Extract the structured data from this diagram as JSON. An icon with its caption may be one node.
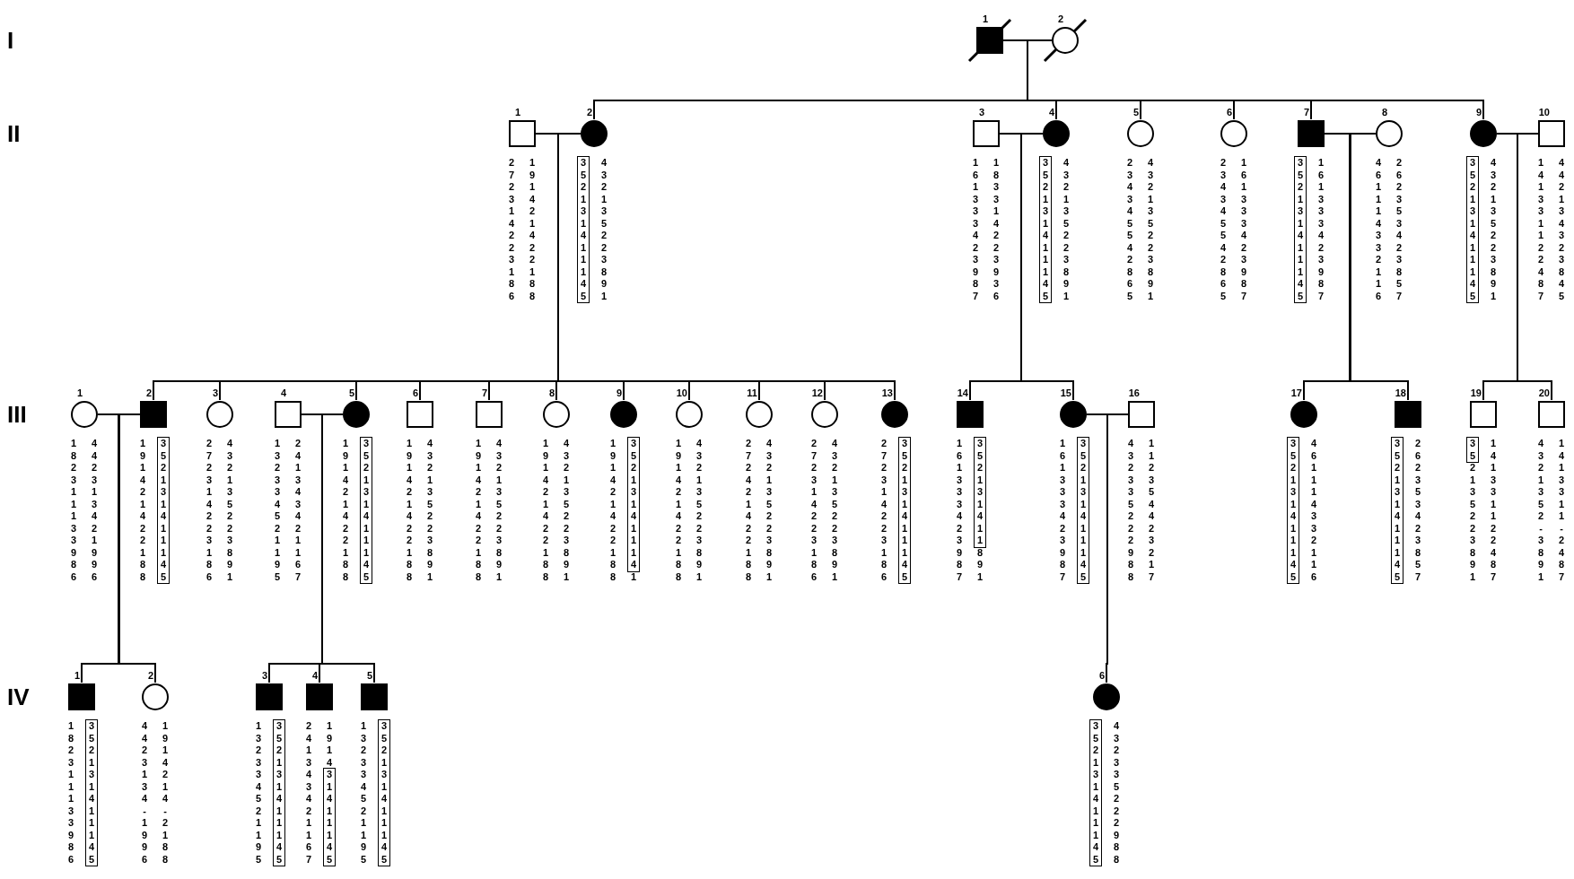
{
  "diagram": {
    "nodes": [
      {
        "text": [],
        "shape": "crossed-filled-square",
        "beside": [
          "1"
        ]
      },
      {
        "text": [],
        "shape": "crossed-circle",
        "beside": [
          "2"
        ]
      },
      {
        "text": [],
        "shape": "square",
        "beside": [
          "1",
          "2 7 2 3 1 4 2 2 3 1 8 6",
          "1 9 1 4 2 1 4 2 2 1 8 8"
        ]
      },
      {
        "text": [],
        "shape": "filled-circle",
        "beside": [
          "2",
          "4 3 2 1 3 5 2 2 3 8 9 1"
        ]
      },
      {
        "text": [],
        "shape": "square",
        "beside": [
          "3",
          "1 6 1 3 3 3 4 2 3 9 8 7",
          "1 8 3 3 1 4 2 2 3 9 3 6"
        ]
      },
      {
        "text": [],
        "shape": "filled-circle",
        "beside": [
          "4",
          "4 3 2 1 3 5 2 2 3 8 9 1"
        ]
      },
      {
        "text": [],
        "shape": "circle",
        "beside": [
          "5",
          "2 3 4 3 4 5 5 4 2 8 6 5",
          "4 3 2 1 3 5 2 2 3 8 9 1"
        ]
      },
      {
        "text": [],
        "shape": "circle",
        "beside": [
          "6",
          "2 3 4 3 4 5 5 4 2 8 6 5",
          "1 6 1 3 3 3 4 2 3 9 8 7"
        ]
      },
      {
        "text": [],
        "shape": "filled-square",
        "beside": [
          "7",
          "1 6 1 3 3 3 4 2 3 9 8 7"
        ]
      },
      {
        "text": [],
        "shape": "circle",
        "beside": [
          "8",
          "4 6 1 1 1 4 3 3 2 1 1 6",
          "2 6 2 3 5 3 4 2 3 8 5 7"
        ]
      },
      {
        "text": [],
        "shape": "filled-circle",
        "beside": [
          "9",
          "4 3 2 1 3 5 2 2 3 8 9 1"
        ]
      },
      {
        "text": [],
        "shape": "square",
        "beside": [
          "10",
          "1 4 1 3 3 1 1 2 2 4 8 7",
          "4 4 2 1 3 4 3 2 3 8 4 5"
        ]
      },
      {
        "text": [],
        "shape": "circle",
        "beside": [
          "1",
          "1 8 2 3 1 1 1 3 3 9 8 6",
          "4 4 2 3 1 3 4 2 1 9 9 6"
        ]
      },
      {
        "text": [],
        "shape": "filled-square",
        "beside": [
          "2",
          "1 9 1 4 2 1 4 2 2 1 8 8"
        ]
      },
      {
        "text": [],
        "shape": "circle",
        "beside": [
          "3",
          "2 7 2 3 1 4 2 2 3 1 8 6",
          "4 3 2 1 3 5 2 2 3 8 9 1"
        ]
      },
      {
        "text": [],
        "shape": "square",
        "beside": [
          "4",
          "1 3 2 3 3 4 5 2 1 1 9 5",
          "2 4 1 3 4 3 4 2 1 1 6 7"
        ]
      },
      {
        "text": [],
        "shape": "filled-circle",
        "beside": [
          "5",
          "1 9 1 4 2 1 4 2 2 1 8 8"
        ]
      },
      {
        "text": [],
        "shape": "square",
        "beside": [
          "6",
          "1 9 1 4 2 1 4 2 2 1 8 8",
          "4 3 2 1 3 5 2 2 3 8 9 1"
        ]
      },
      {
        "text": [],
        "shape": "square",
        "beside": [
          "7",
          "1 9 1 4 2 1 4 2 2 1 8 8",
          "4 3 2 1 3 5 2 2 3 8 9 1"
        ]
      },
      {
        "text": [],
        "shape": "circle",
        "beside": [
          "8",
          "1 9 1 4 2 1 4 2 2 1 8 8",
          "4 3 2 1 3 5 2 2 3 8 9 1"
        ]
      },
      {
        "text": [],
        "shape": "filled-circle",
        "beside": [
          "9",
          "1 9 1 4 2 1 4 2 2 1 8 8"
        ]
      },
      {
        "text": [],
        "shape": "circle",
        "beside": [
          "10",
          "1 9 1 4 2 1 4 2 2 1 8 8",
          "4 3 2 1 3 5 2 2 3 8 9 1"
        ]
      },
      {
        "text": [],
        "shape": "circle",
        "beside": [
          "11",
          "2 7 2 4 2 1 4 2 2 1 8 8",
          "4 3 2 1 3 5 2 2 3 8 9 1"
        ]
      },
      {
        "text": [],
        "shape": "circle",
        "beside": [
          "12",
          "2 7 2 3 1 4 2 2 3 1 8 6",
          "4 3 2 1 3 5 2 2 3 8 9 1"
        ]
      },
      {
        "text": [],
        "shape": "filled-circle",
        "beside": [
          "13",
          "2 7 2 3 1 4 2 2 3 1 8 6"
        ]
      },
      {
        "text": [],
        "shape": "filled-square",
        "beside": [
          "14",
          "1 6 1 3 3 3 4 2 3 9 8 7"
        ]
      },
      {
        "text": [],
        "shape": "filled-circle",
        "beside": [
          "15",
          "1 6 1 3 3 3 4 2 3 9 8 7"
        ]
      },
      {
        "text": [],
        "shape": "square",
        "beside": [
          "16",
          "4 3 2 3 3 5 2 2 2 9 8 8",
          "1 1 2 3 5 4 4 2 3 2 1 7"
        ]
      },
      {
        "text": [],
        "shape": "filled-circle",
        "beside": [
          "17",
          "4 6 1 1 1 4 3 3 2 1 1 6"
        ]
      },
      {
        "text": [],
        "shape": "filled-square",
        "beside": [
          "18",
          "2 6 2 3 5 3 4 2 3 8 5 7"
        ]
      },
      {
        "text": [],
        "shape": "square",
        "beside": [
          "19",
          "1 4 1 3 3 1 1 2 2 4 8 7"
        ]
      },
      {
        "text": [],
        "shape": "square",
        "beside": [
          "20",
          "4 3 2 1 3 5 2 - 3 8 9 1",
          "1 4 1 3 3 1 1 - 2 4 8 7"
        ]
      },
      {
        "text": [],
        "shape": "filled-square",
        "beside": [
          "1",
          "1 8 2 3 1 1 1 3 3 9 8 6"
        ]
      },
      {
        "text": [],
        "shape": "circle",
        "beside": [
          "2",
          "4 4 2 3 1 3 4 - 1 9 9 6",
          "1 9 1 4 2 1 4 - 2 1 8 8"
        ]
      },
      {
        "text": [],
        "shape": "filled-square",
        "beside": [
          "3",
          "1 3 2 3 3 4 5 2 1 1 9 5"
        ]
      },
      {
        "text": [],
        "shape": "filled-square",
        "beside": [
          "4",
          "2 4 1 3 4 3 4 2 1 1 6 7"
        ]
      },
      {
        "text": [],
        "shape": "filled-square",
        "beside": [
          "5",
          "1 3 2 3 3 4 5 2 1 1 9 5"
        ]
      },
      {
        "text": [],
        "shape": "filled-circle",
        "beside": [
          "6",
          "4 3 2 3 3 5 2 2 2 9 8 8"
        ]
      },
      {
        "text": [
          "3 5 2 1 3 1 4 1 1 1 4 5"
        ]
      },
      {
        "text": [
          "3 5 2 1 3 1 4 1 1 1 4 5"
        ]
      },
      {
        "text": [
          "3 5 2 1 3 1 4 1 1 1 4 5"
        ]
      },
      {
        "text": [
          "3 5 2 1 3 1 4 1 1 1 4 5"
        ]
      },
      {
        "text": [
          "3 5 2 1 3 1 4 1 1 1 4 5"
        ]
      },
      {
        "text": [
          "3 5 2 1 3 1 4 1 1 1 4 5"
        ]
      },
      {
        "text": [
          "3 5 2 1 3 1 4 1 1 1 4"
        ],
        "beside": [
          "1"
        ]
      },
      {
        "text": [
          "3 5 2 1 3 1 4 1 1 1 4 5"
        ]
      },
      {
        "text": [
          "3 5 2 1 3 1 4 1 1"
        ],
        "beside": [
          "8 9 1"
        ]
      },
      {
        "text": [
          "3 5 2 1 3 1 4 1 1 1 4 5"
        ]
      },
      {
        "text": [
          "3 5 2 1 3 1 4 1 1 1 4 5"
        ]
      },
      {
        "text": [
          "3 5 2 1 3 1 4 1 1 1 4 5"
        ]
      },
      {
        "text": [
          "3 5"
        ],
        "beside": [
          "2 1 3 5 2 2 3 8 9 1"
        ]
      },
      {
        "text": [
          "3 5 2 1 3 1 4 1 1 1 4 5"
        ]
      },
      {
        "text": [
          "3 5 2 1 3 1 4 1 1 1 4 5"
        ]
      },
      {
        "text": [
          "3 1 4 1 1 1 4 5"
        ],
        "beside": [
          "1 9 1 4"
        ]
      },
      {
        "text": [
          "3 5 2 1 3 1 4 1 1 1 4 5"
        ]
      },
      {
        "text": [
          "3 5 2 1 3 1 4 1 1 1 4 5"
        ]
      }
    ],
    "edges": [
      {
        "from": 0,
        "to": 1,
        "arrow": "none"
      },
      {
        "from": 2,
        "to": 3,
        "arrow": "none"
      },
      {
        "from": 4,
        "to": 5,
        "arrow": "none"
      },
      {
        "from": 8,
        "to": 9,
        "arrow": "none"
      },
      {
        "from": 10,
        "to": 11,
        "arrow": "none"
      },
      {
        "from": 12,
        "to": 13,
        "arrow": "none"
      },
      {
        "from": 15,
        "to": 16,
        "arrow": "none"
      },
      {
        "from": 26,
        "to": 27,
        "arrow": "none"
      },
      {
        "from": 0,
        "to": 3,
        "arrow": "none"
      },
      {
        "from": 1,
        "to": 3,
        "arrow": "none"
      },
      {
        "from": 0,
        "to": 5,
        "arrow": "none"
      },
      {
        "from": 1,
        "to": 5,
        "arrow": "none"
      },
      {
        "from": 0,
        "to": 6,
        "arrow": "none"
      },
      {
        "from": 1,
        "to": 6,
        "arrow": "none"
      },
      {
        "from": 0,
        "to": 7,
        "arrow": "none"
      },
      {
        "from": 1,
        "to": 7,
        "arrow": "none"
      },
      {
        "from": 0,
        "to": 8,
        "arrow": "none"
      },
      {
        "from": 1,
        "to": 8,
        "arrow": "none"
      },
      {
        "from": 0,
        "to": 10,
        "arrow": "none"
      },
      {
        "from": 1,
        "to": 10,
        "arrow": "none"
      },
      {
        "from": 2,
        "to": 13,
        "arrow": "none"
      },
      {
        "from": 3,
        "to": 13,
        "arrow": "none"
      },
      {
        "from": 2,
        "to": 14,
        "arrow": "none"
      },
      {
        "from": 3,
        "to": 14,
        "arrow": "none"
      },
      {
        "from": 2,
        "to": 16,
        "arrow": "none"
      },
      {
        "from": 3,
        "to": 16,
        "arrow": "none"
      },
      {
        "from": 2,
        "to": 17,
        "arrow": "none"
      },
      {
        "from": 3,
        "to": 17,
        "arrow": "none"
      },
      {
        "from": 2,
        "to": 18,
        "arrow": "none"
      },
      {
        "from": 3,
        "to": 18,
        "arrow": "none"
      },
      {
        "from": 2,
        "to": 19,
        "arrow": "none"
      },
      {
        "from": 3,
        "to": 19,
        "arrow": "none"
      },
      {
        "from": 2,
        "to": 20,
        "arrow": "none"
      },
      {
        "from": 3,
        "to": 20,
        "arrow": "none"
      },
      {
        "from": 2,
        "to": 21,
        "arrow": "none"
      },
      {
        "from": 3,
        "to": 21,
        "arrow": "none"
      },
      {
        "from": 2,
        "to": 22,
        "arrow": "none"
      },
      {
        "from": 3,
        "to": 22,
        "arrow": "none"
      },
      {
        "from": 2,
        "to": 23,
        "arrow": "none"
      },
      {
        "from": 3,
        "to": 23,
        "arrow": "none"
      },
      {
        "from": 2,
        "to": 24,
        "arrow": "none"
      },
      {
        "from": 3,
        "to": 24,
        "arrow": "none"
      },
      {
        "from": 4,
        "to": 25,
        "arrow": "none"
      },
      {
        "from": 5,
        "to": 25,
        "arrow": "none"
      },
      {
        "from": 4,
        "to": 26,
        "arrow": "none"
      },
      {
        "from": 5,
        "to": 26,
        "arrow": "none"
      },
      {
        "from": 8,
        "to": 28,
        "arrow": "none"
      },
      {
        "from": 9,
        "to": 28,
        "arrow": "none"
      },
      {
        "from": 8,
        "to": 29,
        "arrow": "none"
      },
      {
        "from": 9,
        "to": 29,
        "arrow": "none"
      },
      {
        "from": 10,
        "to": 30,
        "arrow": "none"
      },
      {
        "from": 11,
        "to": 30,
        "arrow": "none"
      },
      {
        "from": 10,
        "to": 31,
        "arrow": "none"
      },
      {
        "from": 11,
        "to": 31,
        "arrow": "none"
      },
      {
        "from": 12,
        "to": 32,
        "arrow": "none"
      },
      {
        "from": 13,
        "to": 32,
        "arrow": "none"
      },
      {
        "from": 12,
        "to": 33,
        "arrow": "none"
      },
      {
        "from": 13,
        "to": 33,
        "arrow": "none"
      },
      {
        "from": 15,
        "to": 34,
        "arrow": "none"
      },
      {
        "from": 16,
        "to": 34,
        "arrow": "none"
      },
      {
        "from": 15,
        "to": 35,
        "arrow": "none"
      },
      {
        "from": 16,
        "to": 35,
        "arrow": "none"
      },
      {
        "from": 15,
        "to": 36,
        "arrow": "none"
      },
      {
        "from": 16,
        "to": 36,
        "arrow": "none"
      },
      {
        "from": 26,
        "to": 37,
        "arrow": "none"
      },
      {
        "from": 27,
        "to": 37,
        "arrow": "none"
      }
    ],
    "labels": [
      "I",
      "II",
      "III",
      "IV"
    ]
  }
}
